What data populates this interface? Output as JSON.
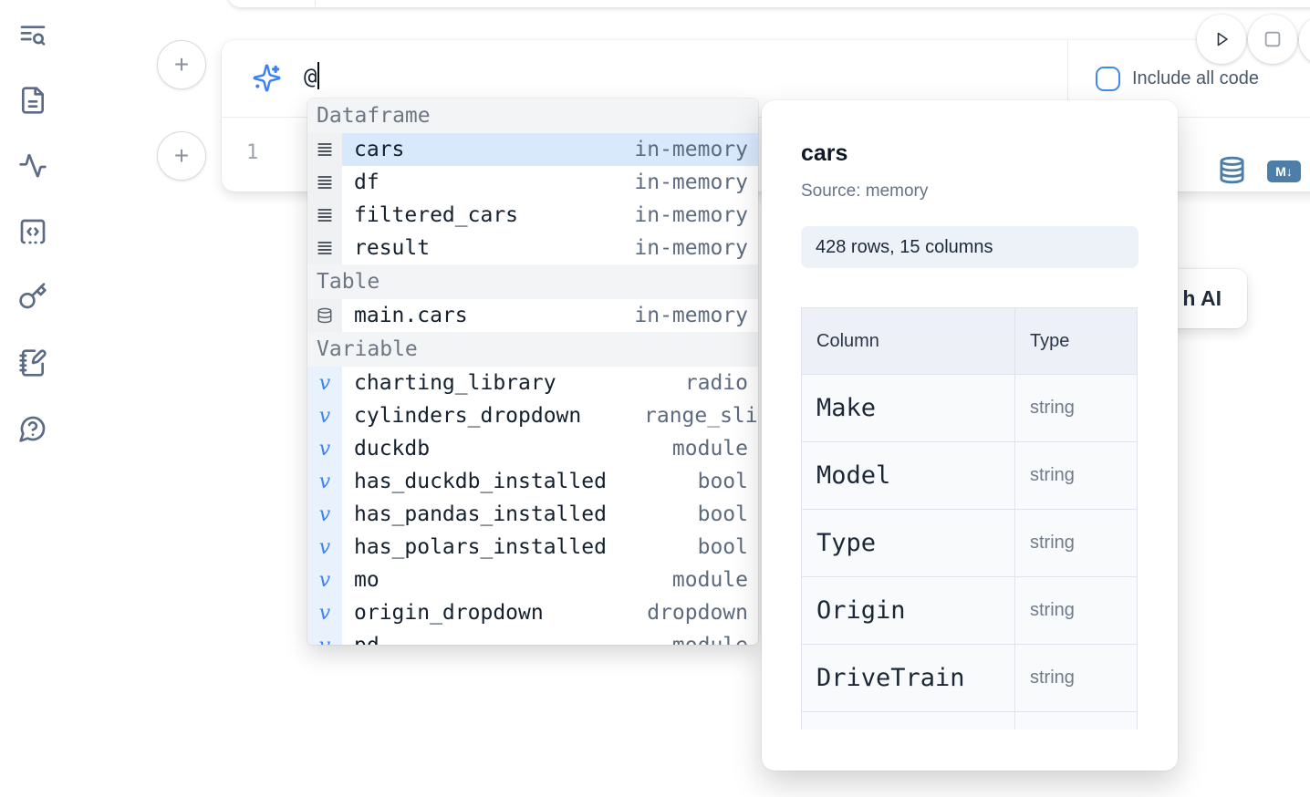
{
  "colors": {
    "accent_blue": "#3b82f6",
    "steel_blue": "#4d7ea7",
    "selection_blue": "#d9e9fc"
  },
  "sidebar": {
    "icons": [
      "list-search",
      "file-text",
      "activity",
      "code-block",
      "key",
      "notebook-pen",
      "help-chat"
    ]
  },
  "cell": {
    "add_cell_buttons": [
      "+",
      "+"
    ],
    "ai_input": {
      "value": "@"
    },
    "include_all_code": {
      "label": "Include all code",
      "checked": false
    },
    "editor": {
      "line_number": "1"
    },
    "actions": {
      "markdown_badge": "M↓"
    }
  },
  "autocomplete": {
    "variable_icon_glyph": "v",
    "sections": [
      {
        "label": "Dataframe",
        "items": [
          {
            "name": "cars",
            "detail": "in-memory",
            "selected": true
          },
          {
            "name": "df",
            "detail": "in-memory"
          },
          {
            "name": "filtered_cars",
            "detail": "in-memory"
          },
          {
            "name": "result",
            "detail": "in-memory"
          }
        ]
      },
      {
        "label": "Table",
        "items": [
          {
            "name": "main.cars",
            "detail": "in-memory"
          }
        ]
      },
      {
        "label": "Variable",
        "items": [
          {
            "name": "charting_library",
            "detail": "radio"
          },
          {
            "name": "cylinders_dropdown",
            "detail": "range_slider"
          },
          {
            "name": "duckdb",
            "detail": "module"
          },
          {
            "name": "has_duckdb_installed",
            "detail": "bool"
          },
          {
            "name": "has_pandas_installed",
            "detail": "bool"
          },
          {
            "name": "has_polars_installed",
            "detail": "bool"
          },
          {
            "name": "mo",
            "detail": "module"
          },
          {
            "name": "origin_dropdown",
            "detail": "dropdown"
          },
          {
            "name": "pd",
            "detail": "module"
          }
        ]
      }
    ]
  },
  "preview": {
    "title": "cars",
    "source": "Source: memory",
    "shape": "428 rows, 15 columns",
    "table": {
      "headers": [
        "Column",
        "Type"
      ],
      "rows": [
        [
          "Make",
          "string"
        ],
        [
          "Model",
          "string"
        ],
        [
          "Type",
          "string"
        ],
        [
          "Origin",
          "string"
        ],
        [
          "DriveTrain",
          "string"
        ]
      ]
    }
  },
  "partial_button": {
    "label": "h AI"
  }
}
